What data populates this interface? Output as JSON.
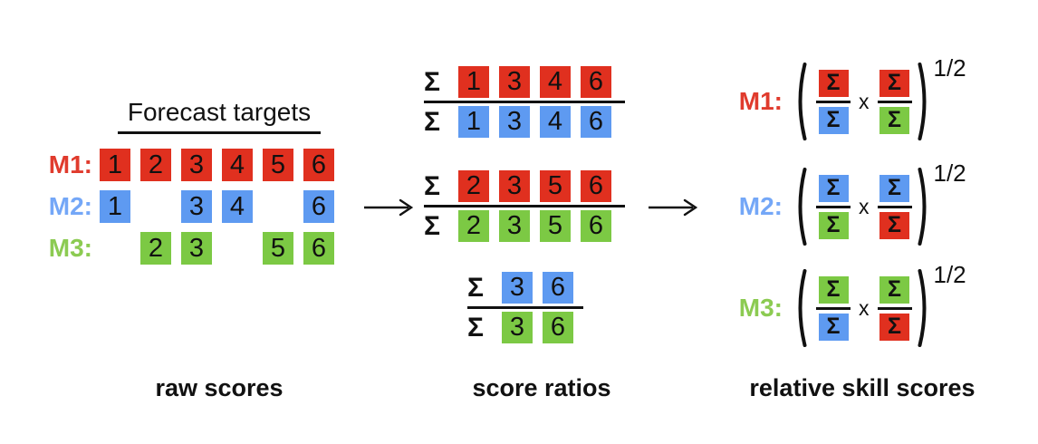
{
  "sigma": "Σ",
  "colors": {
    "red": "#E0301F",
    "blue": "#5E9AF1",
    "green": "#7CC944",
    "redLabel": "#E03B2D",
    "blueLabel": "#74A7F7",
    "greenLabel": "#8CCB52",
    "ink": "#111111"
  },
  "left": {
    "heading": "Forecast targets",
    "caption": "raw scores",
    "rows": [
      {
        "label": "M1:",
        "labelColor": "redLabel",
        "boxColor": "red",
        "cells": [
          "1",
          "2",
          "3",
          "4",
          "5",
          "6"
        ]
      },
      {
        "label": "M2:",
        "labelColor": "blueLabel",
        "boxColor": "blue",
        "cells": [
          "1",
          "",
          "3",
          "4",
          "",
          "6"
        ]
      },
      {
        "label": "M3:",
        "labelColor": "greenLabel",
        "boxColor": "green",
        "cells": [
          "",
          "2",
          "3",
          "",
          "5",
          "6"
        ]
      }
    ]
  },
  "middle": {
    "caption": "score ratios",
    "fractions": [
      {
        "numerator": {
          "color": "red",
          "values": [
            "1",
            "3",
            "4",
            "6"
          ]
        },
        "denominator": {
          "color": "blue",
          "values": [
            "1",
            "3",
            "4",
            "6"
          ]
        }
      },
      {
        "numerator": {
          "color": "red",
          "values": [
            "2",
            "3",
            "5",
            "6"
          ]
        },
        "denominator": {
          "color": "green",
          "values": [
            "2",
            "3",
            "5",
            "6"
          ]
        }
      },
      {
        "numerator": {
          "color": "blue",
          "values": [
            "3",
            "6"
          ]
        },
        "denominator": {
          "color": "green",
          "values": [
            "3",
            "6"
          ]
        }
      }
    ]
  },
  "right": {
    "caption": "relative skill scores",
    "multiply": "x",
    "exponent": "1/2",
    "rows": [
      {
        "label": "M1:",
        "labelColor": "redLabel",
        "fracA": {
          "num": "red",
          "den": "blue"
        },
        "fracB": {
          "num": "red",
          "den": "green"
        }
      },
      {
        "label": "M2:",
        "labelColor": "blueLabel",
        "fracA": {
          "num": "blue",
          "den": "green"
        },
        "fracB": {
          "num": "blue",
          "den": "red"
        }
      },
      {
        "label": "M3:",
        "labelColor": "greenLabel",
        "fracA": {
          "num": "green",
          "den": "blue"
        },
        "fracB": {
          "num": "green",
          "den": "red"
        }
      }
    ]
  }
}
